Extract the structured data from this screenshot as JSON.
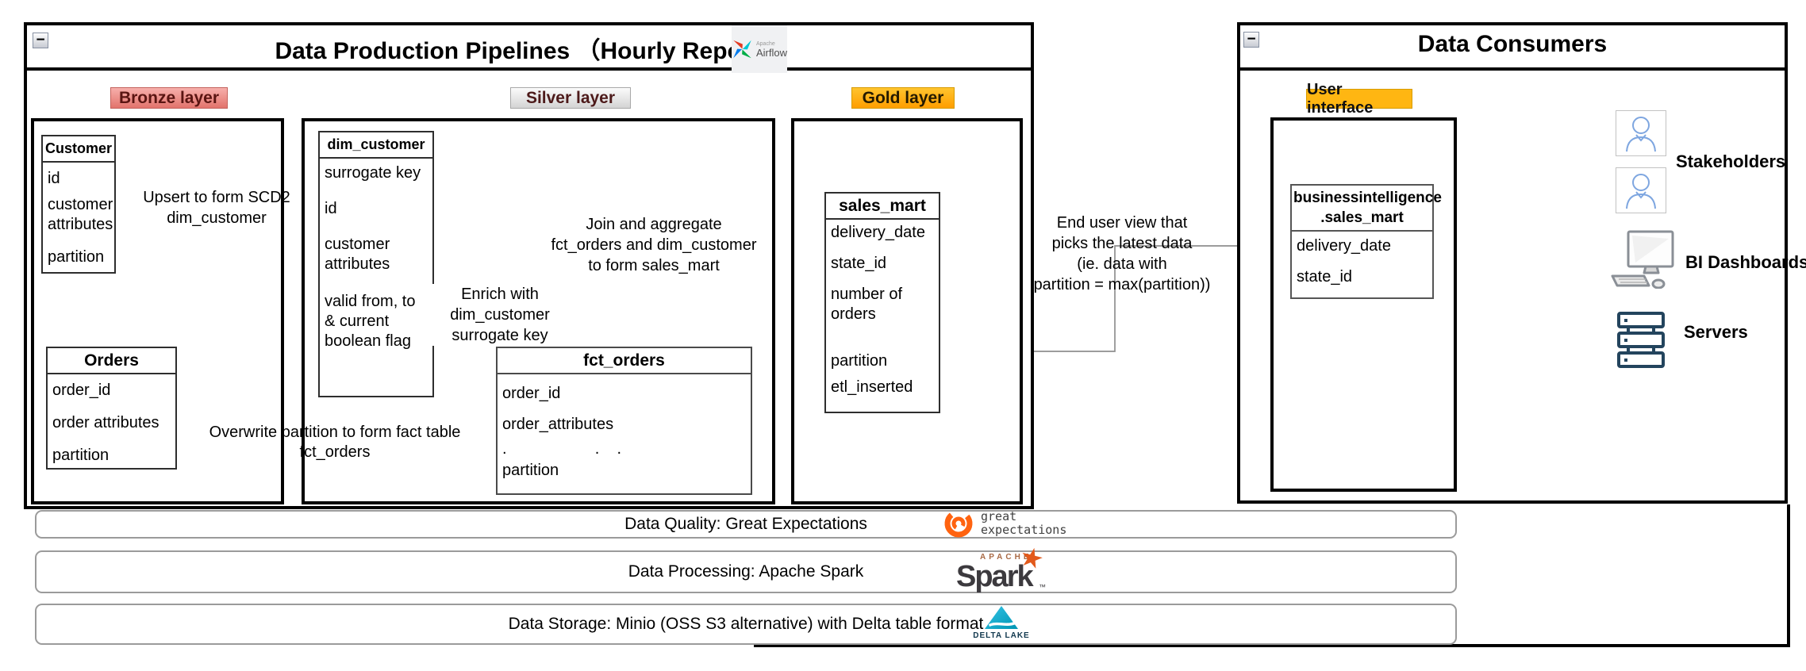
{
  "colors": {
    "bronze_fill_top": "#f7afab",
    "bronze_fill_bottom": "#e2736c",
    "bronze_text": "#5a1512",
    "silver_fill_top": "#fbfbfb",
    "silver_fill_bottom": "#d4d4d4",
    "silver_text": "#4d1a1a",
    "gold_fill_top": "#ffc42e",
    "gold_fill_bottom": "#ff9e00",
    "ui_fill": "#ffb612",
    "ge_orange": "#ff6310",
    "spark_orange": "#e25a1c",
    "delta_teal": "#00addb",
    "airflow_red": "#e43921",
    "airflow_teal": "#00c7d4",
    "airflow_green": "#00ad46",
    "airflow_blue": "#017cee",
    "person_blue": "#7ea6e0",
    "server_navy": "#23445d"
  },
  "chrome": {
    "collapse_glyph": "−"
  },
  "pipeline": {
    "title": "Data Production Pipelines （Hourly Report）",
    "airflow_logo": {
      "apache": "Apache",
      "name": "Airflow"
    },
    "layer_labels": {
      "bronze": "Bronze layer",
      "silver": "Silver layer",
      "gold": "Gold layer"
    },
    "tables": {
      "customer": {
        "title": "Customer",
        "rows": [
          "id",
          "customer attributes",
          "partition"
        ]
      },
      "orders": {
        "title": "Orders",
        "rows": [
          "order_id",
          "order attributes",
          "partition"
        ]
      },
      "dim_customer": {
        "title": "dim_customer",
        "rows": [
          "surrogate key",
          "id",
          "customer attributes",
          "valid from, to & current boolean flag"
        ]
      },
      "fct_orders": {
        "title": "fct_orders",
        "rows": [
          "order_id",
          "order_attributes",
          ".                    .    .",
          "partition"
        ]
      },
      "sales_mart": {
        "title": "sales_mart",
        "rows": [
          "delivery_date",
          "state_id",
          "number of orders",
          "partition",
          "etl_inserted"
        ]
      }
    },
    "edge_labels": {
      "upsert_line1": "Upsert to form SCD2",
      "upsert_line2": "dim_customer",
      "overwrite_line1": "Overwrite partition to form fact table",
      "overwrite_line2": "fct_orders",
      "enrich_line1": "Enrich with",
      "enrich_line2": "dim_customer",
      "enrich_line3": "surrogate key",
      "join_line1": "Join and aggregate",
      "join_line2": "fct_orders and dim_customer",
      "join_line3": "to form sales_mart"
    }
  },
  "consumers": {
    "title": "Data Consumers",
    "ui_label": "User interface",
    "bi_table": {
      "title_line1": "businessintelligence",
      "title_line2": ".sales_mart",
      "rows": [
        "delivery_date",
        "state_id"
      ]
    },
    "edge_label": {
      "line1": "End user view that",
      "line2": "picks the latest data",
      "line3": "(ie. data with",
      "line4": "partition = max(partition))"
    },
    "groups": {
      "stakeholders": "Stakeholders",
      "bi_dashboards": "BI Dashboards",
      "servers": "Servers"
    }
  },
  "footer": {
    "quality_label": "Data Quality: Great Expectations",
    "processing_label": "Data Processing: Apache Spark",
    "storage_label": "Data Storage: Minio (OSS S3 alternative) with Delta table format",
    "ge_logo": {
      "line1": "great",
      "line2": "expectations"
    },
    "spark_logo": {
      "apache": "APACHE",
      "name": "Spark",
      "tm": "™",
      "star_glyph": "★"
    },
    "delta_logo": {
      "name": "DELTA LAKE"
    }
  }
}
